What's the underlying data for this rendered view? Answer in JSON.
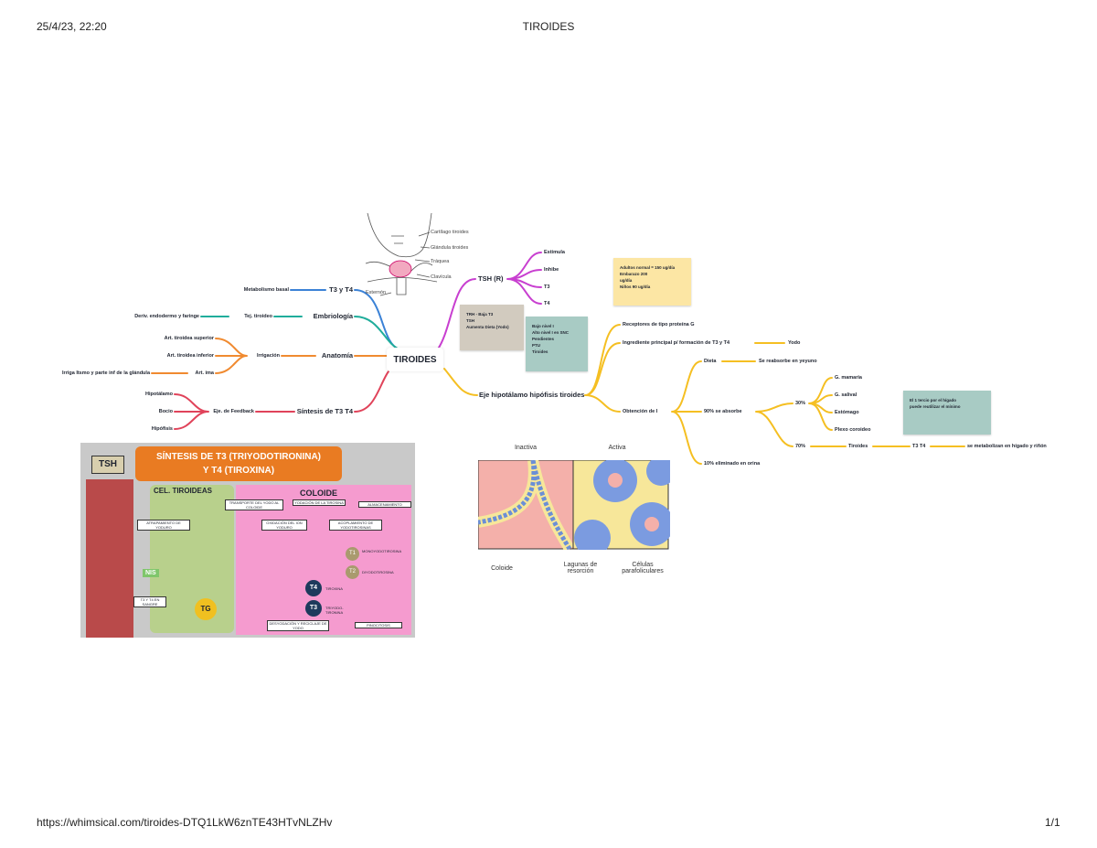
{
  "header": {
    "datetime": "25/4/23, 22:20",
    "title": "TIROIDES"
  },
  "footer": {
    "url": "https://whimsical.com/tiroides-DTQ1LkW6znTE43HTvNLZHv",
    "page": "1/1"
  },
  "colors": {
    "blue": "#3b82d6",
    "teal": "#20ad9b",
    "orange": "#f08a30",
    "red": "#e0435a",
    "magenta": "#c83fd0",
    "yellow": "#f5bf22"
  },
  "map": {
    "center": "TIROIDES",
    "left": {
      "t3t4": {
        "label": "T3 y T4",
        "child": "Metabolismo basal"
      },
      "embrio": {
        "label": "Embriología",
        "child": "Tej. tiroideo",
        "grandchild": "Deriv. endodermo y faringe"
      },
      "anat": {
        "label": "Anatomía",
        "child": "Irrigación",
        "arts": [
          "Art. tiroidea superior",
          "Art. tiroidea inferior",
          "Art. ima"
        ],
        "ima_note": "Irriga Itsmo y parte inf de la glándula"
      },
      "sint": {
        "label": "Síntesis de T3 T4",
        "child": "Eje. de Feedback",
        "items": [
          "Hipotálamo",
          "Bocio",
          "Hipófisis"
        ]
      }
    },
    "right": {
      "tsh": {
        "label": "TSH (R)",
        "items": [
          "Estimula",
          "Inhibe",
          "T3",
          "T4"
        ]
      },
      "eje": {
        "label": "Eje hipotálamo hipófisis tiroides",
        "receptor": "Receptores de tipo proteína G",
        "ingred": "Ingrediente principal p/ formación de T3 y T4",
        "yodo": "Yodo",
        "obt": "Obtención de I",
        "dieta": "Dieta",
        "reabs": "Se reabsorbe en yeyuno",
        "abs": "90% se absorbe",
        "p30": "30%",
        "p30_items": [
          "G. mamaria",
          "G. salival",
          "Estómago",
          "Plexo coroideo"
        ],
        "p70": "70%",
        "tiroides": "Tiroides",
        "t3t4": "T3 T4",
        "metab": "se metabolizan en hígado y riñón",
        "orina": "10% eliminado en orina"
      }
    },
    "notes": {
      "gray": [
        "TRH - Baja T3",
        "TSH",
        "Aumenta Dieta (Yodo)"
      ],
      "teal1": [
        "Bajo nivel I",
        "Alto nivel I en SNC",
        "Pendientes",
        "PTU",
        "Tiroides"
      ],
      "yellow": [
        "Adultos normal = 150 ug/día",
        "Embarazo 200",
        "ug/día",
        "Niños 90 ug/día"
      ],
      "teal2": [
        "El 1 tercio por el hígado",
        "puede reutilizar el mínimo"
      ]
    }
  },
  "neck_image": {
    "labels": [
      "Cartílago tiroides",
      "Glándula tiroides",
      "Tráquea",
      "Clavícula",
      "Esternón"
    ]
  },
  "synthesis_image": {
    "title1": "SÍNTESIS DE T3 (TRIYODOTIRONINA)",
    "title2": "Y T4 (TIROXINA)",
    "tsh": "TSH",
    "cel": "CEL. TIROIDEAS",
    "coloide": "COLOIDE",
    "nis": "NIS",
    "steps": [
      "ATRAPAMIENTO DE YODURO",
      "TRANSPORTE DEL YODO AL COLOIDE",
      "OXIDACIÓN DEL ION YODURO",
      "YODACIÓN DE LA TIROSINA",
      "ACOPLAMIENTO DE YODOTIROSINAS",
      "ALMACENAMIENTO",
      "PINOCITOSIS",
      "DESYODACIÓN Y RECICLAJE DE YODO",
      "T3 Y T4 EN SANGRE"
    ],
    "t1": "T1",
    "t2": "T2",
    "t3": "T3",
    "t4": "T4",
    "tg": "TG",
    "mono": "MONOYODOTIROSINA",
    "diyodo": "DIYODOTIROSINA",
    "tiroxina": "TIROXINA",
    "triyodo": "TRIYODO-TIRONINA"
  },
  "histo_image": {
    "inactiva": "Inactiva",
    "activa": "Activa",
    "coloide": "Coloide",
    "lagunas": "Lagunas de resorción",
    "celulas": "Células parafoliculares"
  }
}
